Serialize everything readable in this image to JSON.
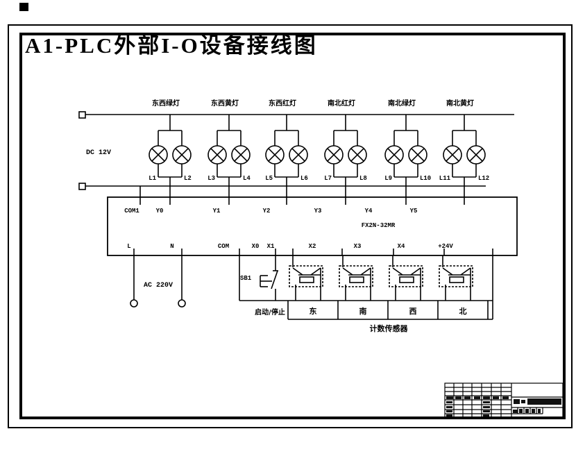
{
  "colors": {
    "title_red": "#d40000",
    "ink": "#000000",
    "paper": "#ffffff"
  },
  "drawing": {
    "title": "A1-PLC外部I-O设备接线图"
  },
  "power": {
    "dc": "DC  12V",
    "ac": "AC  220V"
  },
  "lamp_groups": [
    {
      "name": "东西绿灯",
      "left": "L1",
      "right": "L2"
    },
    {
      "name": "东西黄灯",
      "left": "L3",
      "right": "L4"
    },
    {
      "name": "东西红灯",
      "left": "L5",
      "right": "L6"
    },
    {
      "name": "南北红灯",
      "left": "L7",
      "right": "L8"
    },
    {
      "name": "南北绿灯",
      "left": "L9",
      "right": "L10"
    },
    {
      "name": "南北黄灯",
      "left": "L11",
      "right": "L12"
    }
  ],
  "plc": {
    "model": "FX2N-32MR",
    "top_terminals": [
      "COM1",
      "Y0",
      "Y1",
      "Y2",
      "Y3",
      "Y4",
      "Y5"
    ],
    "bottom_terminals": [
      "L",
      "N",
      "COM",
      "X0",
      "X1",
      "X2",
      "X3",
      "X4",
      "+24V"
    ]
  },
  "controls": {
    "switch": "SB1",
    "switch_caption": "启动/停止",
    "directions": [
      "东",
      "南",
      "西",
      "北"
    ],
    "sensors_caption": "计数传感器"
  }
}
